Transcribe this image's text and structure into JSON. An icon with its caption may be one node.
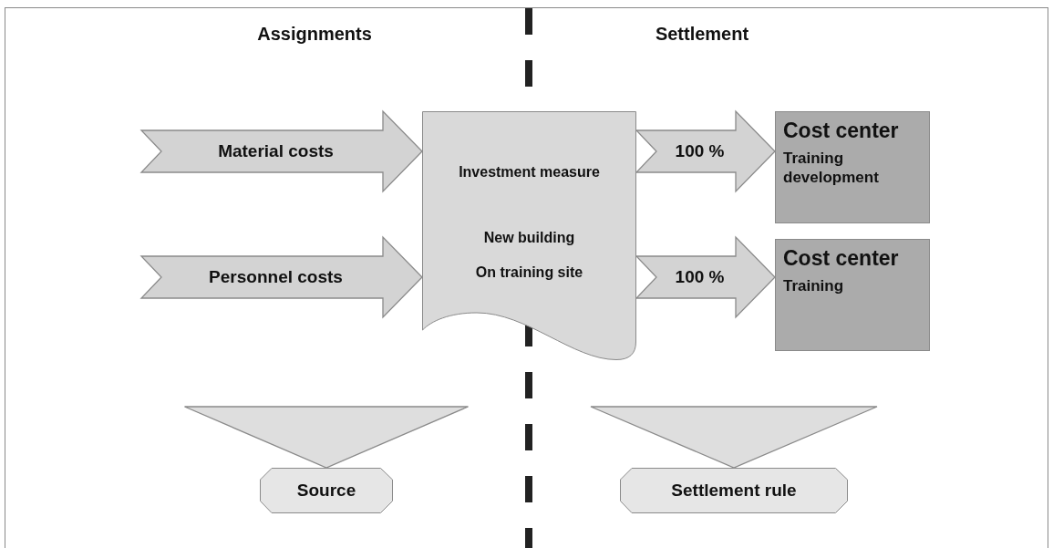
{
  "diagram": {
    "nodes": [
      {
        "text": [
          "Investment measure",
          "New building",
          "On training site"
        ]
      },
      {
        "text": [
          "Cost center",
          "Training development"
        ]
      },
      {
        "text": [
          "Cost center",
          "Training"
        ]
      },
      {
        "text": [
          "Source"
        ]
      },
      {
        "text": [
          "Settlement rule"
        ]
      }
    ],
    "edges": [
      {
        "from": null,
        "to": 0,
        "arrow": "to",
        "label": "Material costs",
        "style": "thick"
      },
      {
        "from": null,
        "to": 0,
        "arrow": "to",
        "label": "Personnel costs",
        "style": "thick"
      },
      {
        "from": 0,
        "to": 1,
        "arrow": "to",
        "label": "100 %",
        "style": "thick"
      },
      {
        "from": 0,
        "to": 2,
        "arrow": "to",
        "label": "100 %",
        "style": "thick"
      },
      {
        "from": null,
        "to": 3,
        "arrow": "to",
        "style": "thick"
      },
      {
        "from": null,
        "to": 4,
        "arrow": "to",
        "style": "thick"
      }
    ],
    "labels": [
      "Assignments",
      "Settlement"
    ]
  }
}
